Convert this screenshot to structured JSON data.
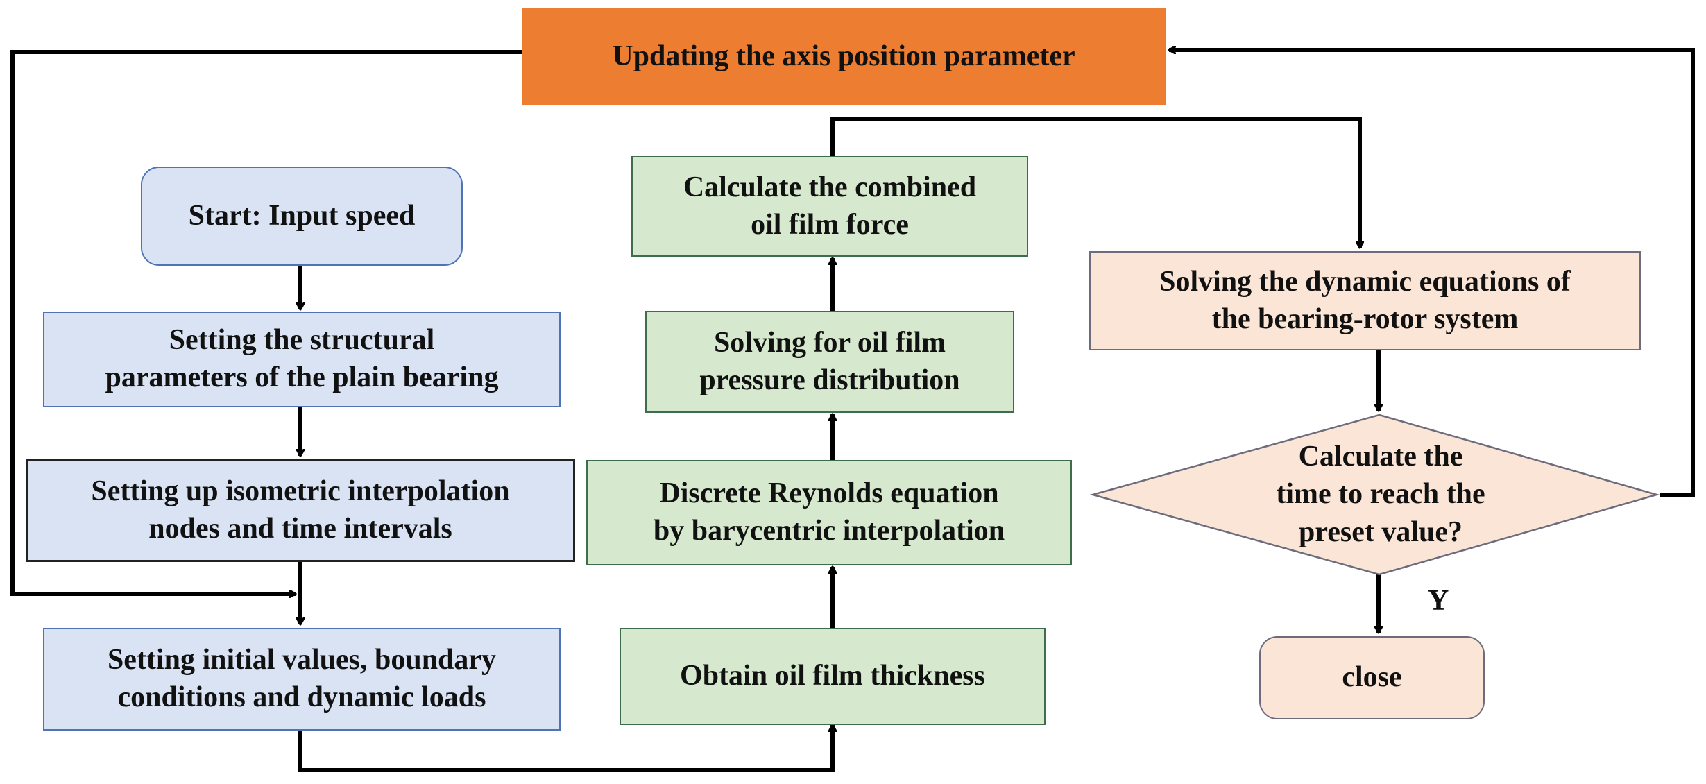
{
  "colors": {
    "blue_fill": "#dae3f3",
    "blue_border": "#4f73b6",
    "green_fill": "#d6e8cd",
    "green_border": "#3d6d4d",
    "peach_fill": "#fbe5d6",
    "orange_fill": "#ec7d31",
    "line": "#000000"
  },
  "nodes": {
    "update_axis": "Updating the axis position parameter",
    "start": "Start: Input speed",
    "structural": "Setting the structural\nparameters of the plain bearing",
    "isometric": "Setting up isometric interpolation\nnodes and time intervals",
    "initial": "Setting initial values, boundary\nconditions and dynamic loads",
    "thickness": "Obtain oil film thickness",
    "reynolds": "Discrete Reynolds equation\nby barycentric interpolation",
    "pressure": "Solving for oil film\npressure distribution",
    "combined_force": "Calculate the combined\noil film force",
    "dynamic_eq": "Solving the dynamic equations of\nthe bearing-rotor system",
    "decision": "Calculate the\ntime to reach the\npreset value?",
    "close": "close"
  },
  "edge_labels": {
    "yes": "Y"
  }
}
